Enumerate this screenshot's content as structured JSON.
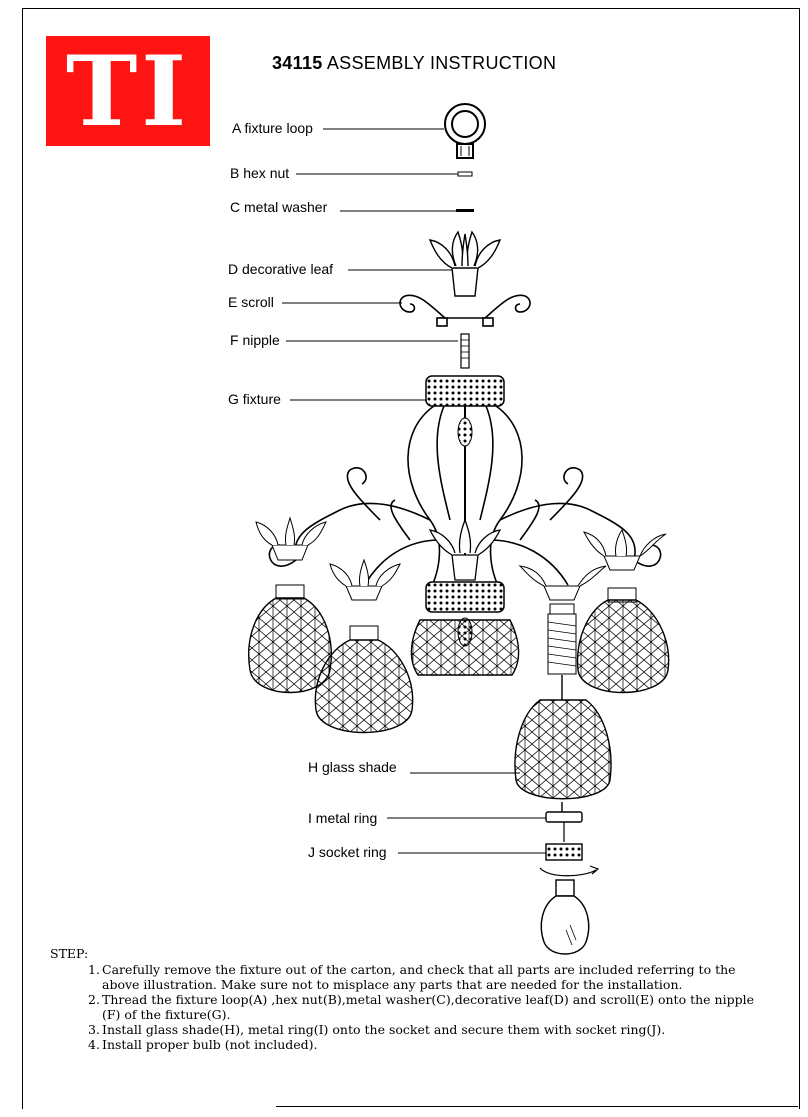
{
  "logo": {
    "text": "TI",
    "color": "#ff1414"
  },
  "header": {
    "code": "34115",
    "title": "ASSEMBLY INSTRUCTION"
  },
  "parts": [
    {
      "label": "A fixture loop"
    },
    {
      "label": "B hex nut"
    },
    {
      "label": "C metal washer"
    },
    {
      "label": "D decorative leaf"
    },
    {
      "label": "E scroll"
    },
    {
      "label": "F nipple"
    },
    {
      "label": "G fixture"
    },
    {
      "label": "H glass shade"
    },
    {
      "label": "I metal ring"
    },
    {
      "label": "J socket ring"
    }
  ],
  "steps": {
    "heading": "STEP:",
    "items": [
      {
        "num": "1.",
        "text": "Carefully remove the fixture out of the carton, and check that all parts are included referring to the above illustration. Make sure not to misplace any parts that are needed for the installation."
      },
      {
        "num": "2.",
        "text": "Thread the fixture loop(A) ,hex nut(B),metal washer(C),decorative leaf(D) and scroll(E) onto the nipple (F) of the fixture(G)."
      },
      {
        "num": "3.",
        "text": "Install glass shade(H), metal ring(I) onto the socket and secure them with socket ring(J)."
      },
      {
        "num": "4.",
        "text": "Install proper bulb (not included)."
      }
    ]
  }
}
